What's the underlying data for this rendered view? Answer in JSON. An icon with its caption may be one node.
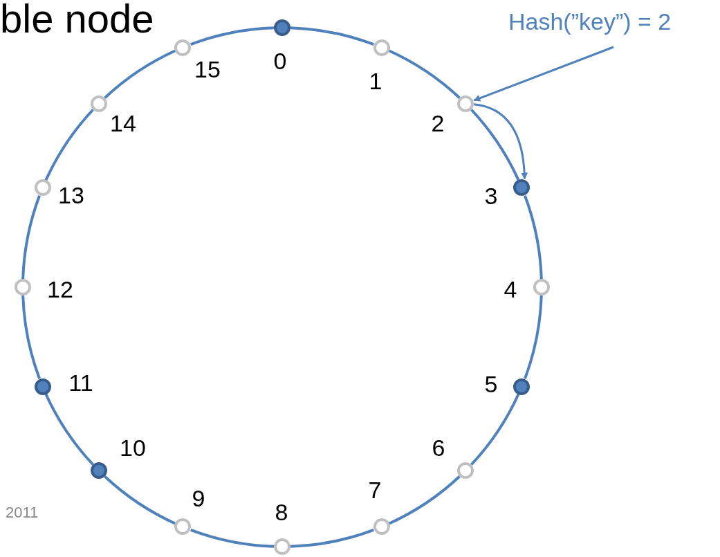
{
  "diagram": {
    "title": "ble node",
    "nodes": [
      {
        "text": [],
        "shape": "circle",
        "beside": [
          "0"
        ]
      },
      {
        "text": [],
        "shape": "circle",
        "beside": [
          "1"
        ]
      },
      {
        "text": [],
        "shape": "circle",
        "beside": [
          "2"
        ]
      },
      {
        "text": [],
        "shape": "circle",
        "beside": [
          "3"
        ]
      },
      {
        "text": [],
        "shape": "circle",
        "beside": [
          "4"
        ]
      },
      {
        "text": [],
        "shape": "circle",
        "beside": [
          "5"
        ]
      },
      {
        "text": [],
        "shape": "circle",
        "beside": [
          "6"
        ]
      },
      {
        "text": [],
        "shape": "circle",
        "beside": [
          "7"
        ]
      },
      {
        "text": [],
        "shape": "circle",
        "beside": [
          "8"
        ]
      },
      {
        "text": [],
        "shape": "circle",
        "beside": [
          "9"
        ]
      },
      {
        "text": [],
        "shape": "circle",
        "beside": [
          "10"
        ]
      },
      {
        "text": [],
        "shape": "circle",
        "beside": [
          "11"
        ]
      },
      {
        "text": [],
        "shape": "circle",
        "beside": [
          "12"
        ]
      },
      {
        "text": [],
        "shape": "circle",
        "beside": [
          "13"
        ]
      },
      {
        "text": [],
        "shape": "circle",
        "beside": [
          "14"
        ]
      },
      {
        "text": [],
        "shape": "circle",
        "beside": [
          "15"
        ]
      },
      {
        "text": [
          "Hash(”key”) = 2"
        ]
      }
    ],
    "edges": [
      {
        "from": 0,
        "to": 1,
        "arrow": "none"
      },
      {
        "from": 1,
        "to": 2,
        "arrow": "none"
      },
      {
        "from": 2,
        "to": 3,
        "arrow": "none"
      },
      {
        "from": 3,
        "to": 4,
        "arrow": "none"
      },
      {
        "from": 4,
        "to": 5,
        "arrow": "none"
      },
      {
        "from": 5,
        "to": 6,
        "arrow": "none"
      },
      {
        "from": 6,
        "to": 7,
        "arrow": "none"
      },
      {
        "from": 7,
        "to": 8,
        "arrow": "none"
      },
      {
        "from": 8,
        "to": 9,
        "arrow": "none"
      },
      {
        "from": 9,
        "to": 10,
        "arrow": "none"
      },
      {
        "from": 10,
        "to": 11,
        "arrow": "none"
      },
      {
        "from": 11,
        "to": 12,
        "arrow": "none"
      },
      {
        "from": 12,
        "to": 13,
        "arrow": "none"
      },
      {
        "from": 13,
        "to": 14,
        "arrow": "none"
      },
      {
        "from": 14,
        "to": 15,
        "arrow": "none"
      },
      {
        "from": 15,
        "to": 0,
        "arrow": "none"
      },
      {
        "from": 2,
        "to": 3,
        "arrow": "to"
      },
      {
        "from": 16,
        "to": 2,
        "arrow": "to"
      }
    ],
    "labels": [
      "2011"
    ]
  }
}
